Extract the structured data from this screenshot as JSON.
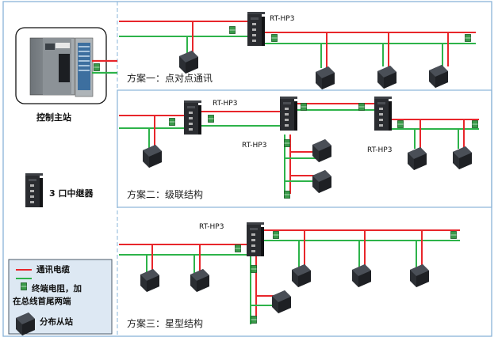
{
  "master": {
    "label": "控制主站"
  },
  "repeater_legend": {
    "label": "3 口中继器"
  },
  "schemes": [
    {
      "label": "方案一：点对点通讯",
      "repeaters": [
        "RT-HP3"
      ]
    },
    {
      "label": "方案二：级联结构",
      "repeaters": [
        "RT-HP3",
        "RT-HP3",
        "RT-HP3"
      ]
    },
    {
      "label": "方案三：星型结构",
      "repeaters": [
        "RT-HP3"
      ]
    }
  ],
  "legend": {
    "cable": "通讯电缆",
    "terminator_line1": "终端电阻，加",
    "terminator_line2": "在总线首尾两端",
    "slave": "分布从站"
  },
  "colors": {
    "bus_red": "#e8262b",
    "bus_green": "#2db34a",
    "frame_blue": "#8ab4d8",
    "terminator": "#3a9a4a"
  }
}
